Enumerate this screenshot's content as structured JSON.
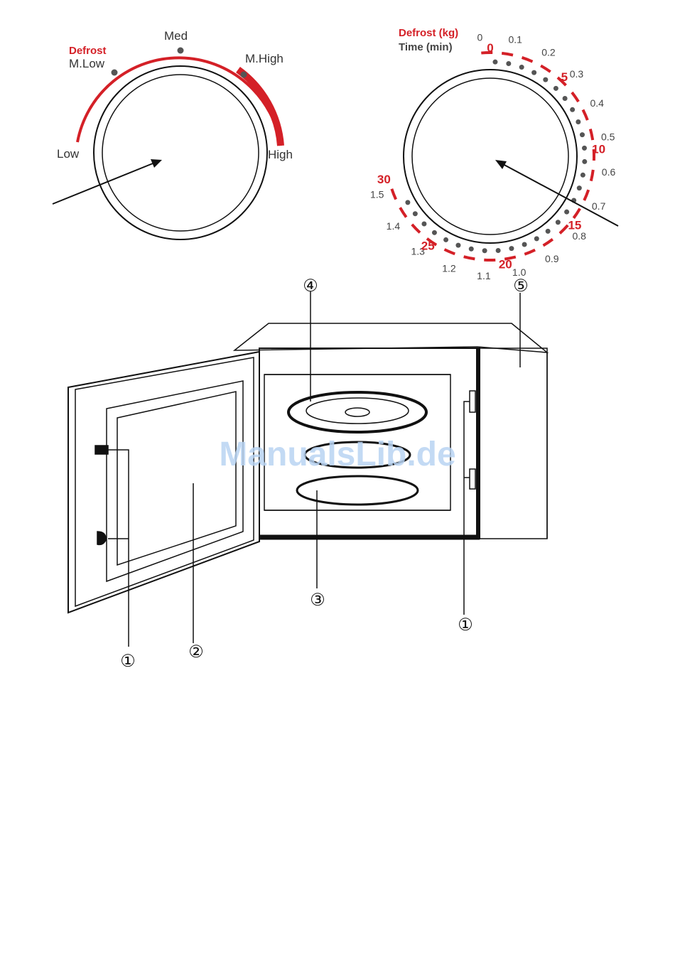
{
  "power_dial": {
    "labels": {
      "defrost": "Defrost",
      "mlow": "M.Low",
      "med": "Med",
      "mhigh": "M.High",
      "low": "Low",
      "high": "High"
    }
  },
  "timer_dial": {
    "header_defrost": "Defrost (kg)",
    "header_time": "Time (min)",
    "weight_ticks": [
      "0",
      "0.1",
      "0.2",
      "0.3",
      "0.4",
      "0.5",
      "0.6",
      "0.7",
      "0.8",
      "0.9",
      "1.0",
      "1.1",
      "1.2",
      "1.3",
      "1.4",
      "1.5"
    ],
    "time_ticks": [
      "0",
      "5",
      "10",
      "15",
      "20",
      "25",
      "30"
    ]
  },
  "callouts": {
    "door_safety_lock": "①",
    "oven_window": "②",
    "roller_ring": "③",
    "glass_tray": "④",
    "control_panel": "⑤",
    "door_safety_lock_right": "①"
  },
  "watermark": "ManualsLib.de",
  "colors": {
    "accent_red": "#d42027",
    "dot_gray": "#555555",
    "line": "#111111",
    "watermark": "#b9d4f2"
  }
}
